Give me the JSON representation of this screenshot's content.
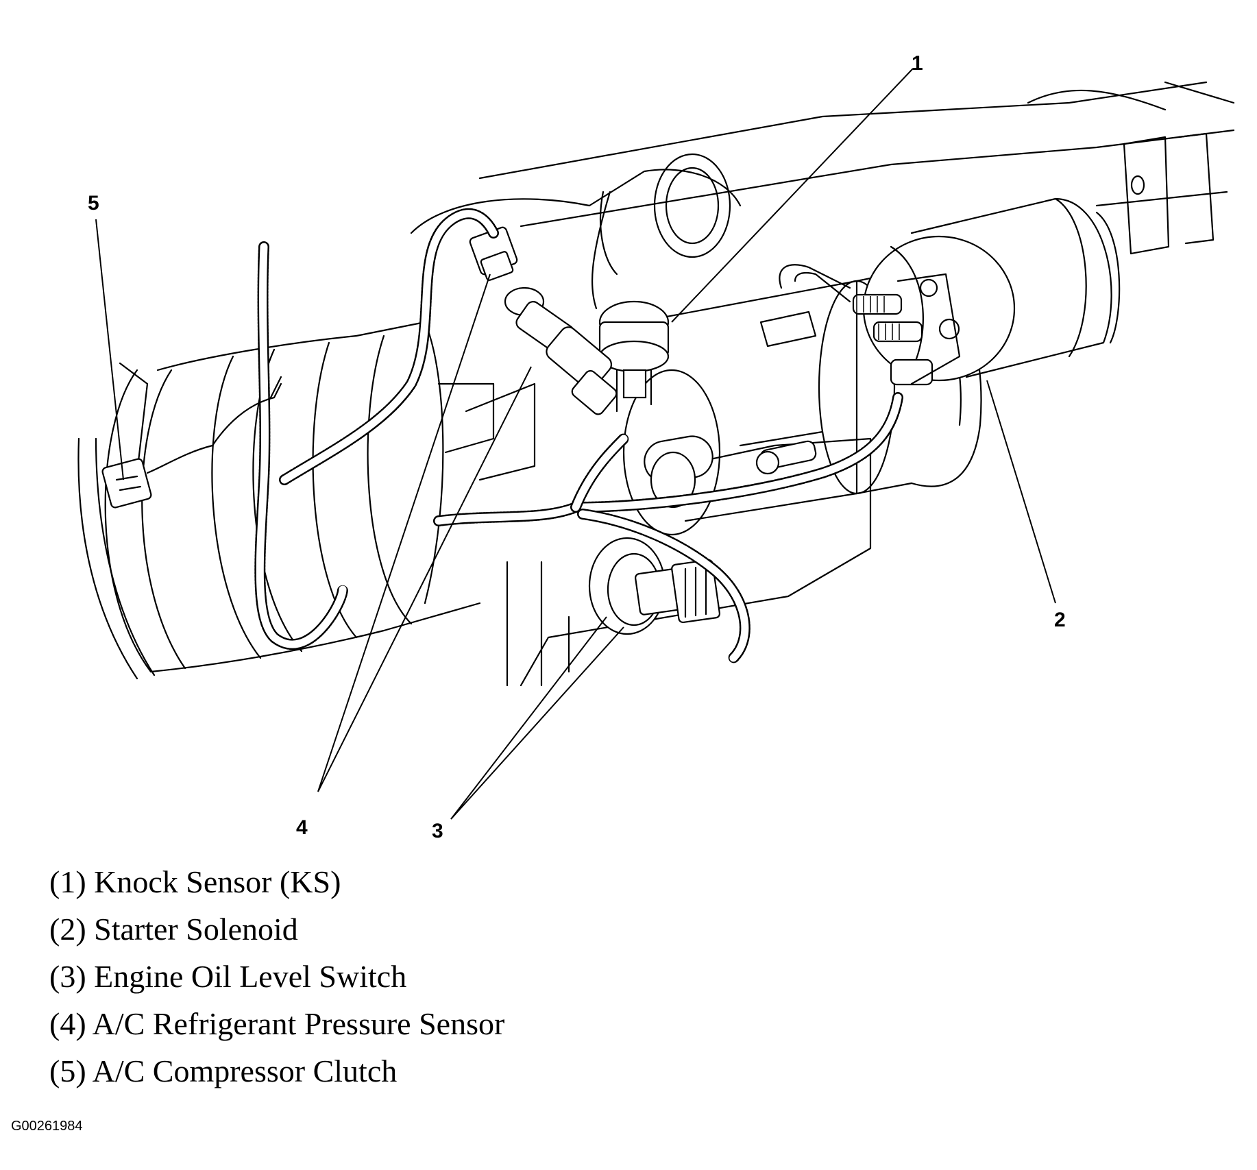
{
  "callouts": [
    {
      "num": "1",
      "text": "(1) Knock Sensor (KS)"
    },
    {
      "num": "2",
      "text": "(2) Starter Solenoid"
    },
    {
      "num": "3",
      "text": "(3) Engine Oil Level Switch"
    },
    {
      "num": "4",
      "text": "(4) A/C Refrigerant Pressure Sensor"
    },
    {
      "num": "5",
      "text": "(5) A/C Compressor Clutch"
    }
  ],
  "figure_id": "G00261984"
}
